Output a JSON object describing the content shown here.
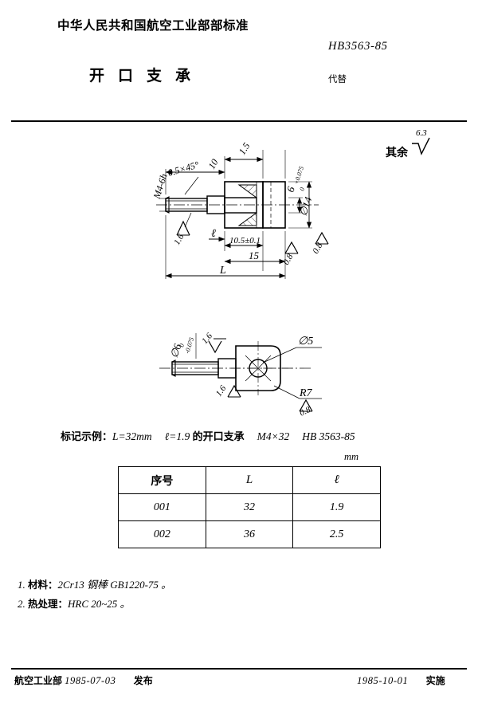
{
  "header": {
    "issuing_body": "中华人民共和国航空工业部部标准",
    "standard_no": "HB3563-85",
    "title": "开口支承",
    "replaces_label": "代替"
  },
  "general_roughness": {
    "label": "其余",
    "value": "6.3",
    "symbol": "surface-finish-triangle"
  },
  "drawing": {
    "view_top": {
      "name": "sectional-side-view",
      "callouts": {
        "thread": "M4-6h",
        "chamfer": "0.5×45°",
        "length_10": "10",
        "width_1_5": "1.5",
        "bore_6": "6",
        "bore_6_tol_upper": "+0.075",
        "bore_6_tol_lower": "0",
        "head_dia": "Ø14",
        "small_l": "ℓ",
        "dim_10_5": "10.5±0.1",
        "dim_15": "15",
        "dim_L": "L",
        "rough_1_6": "1.6",
        "rough_0_8_a": "0.8",
        "rough_0_8_b": "0.8"
      }
    },
    "view_bottom": {
      "name": "front-view",
      "callouts": {
        "shank_dia": "Ø6",
        "shank_tol_upper": "0",
        "shank_tol_lower": "-0.075",
        "rough_1_6_a": "1.6",
        "rough_1_6_b": "1.6",
        "hole_dia": "Ø5",
        "corner_radius": "R7",
        "rough_0_8": "0.8"
      }
    }
  },
  "marking_example": {
    "label": "标记示例：",
    "spec_L": "L=32mm",
    "spec_l": "ℓ=1.9",
    "middle": "的开口支承",
    "thread_size": "M4×32",
    "standard_no": "HB 3563-85"
  },
  "table": {
    "unit": "mm",
    "headers": [
      "序号",
      "L",
      "ℓ"
    ],
    "rows": [
      [
        "001",
        "32",
        "1.9"
      ],
      [
        "002",
        "36",
        "2.5"
      ]
    ]
  },
  "notes": [
    {
      "num": "1.",
      "label": "材料：",
      "value": "2Cr13 钢棒 GB1220-75 。"
    },
    {
      "num": "2.",
      "label": "热处理：",
      "value": "HRC 20~25 。"
    }
  ],
  "footer": {
    "left_org": "航空工业部",
    "left_date": "1985-07-03",
    "left_action": "发布",
    "right_date": "1985-10-01",
    "right_action": "实施"
  }
}
